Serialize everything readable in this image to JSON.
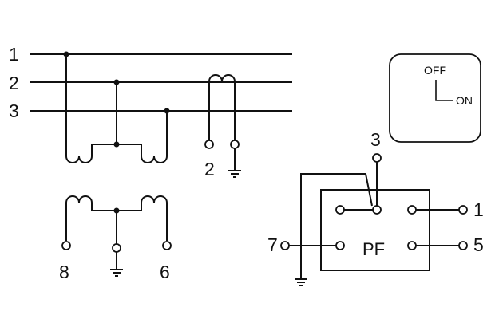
{
  "lines": {
    "line_1": "1",
    "line_2": "2",
    "line_3": "3"
  },
  "voltage_transformer": {
    "terminal_2": "2"
  },
  "current_transformers": {
    "terminal_8": "8",
    "terminal_6": "6"
  },
  "pf_meter": {
    "label": "PF",
    "terminal_3": "3",
    "terminal_1": "1",
    "terminal_5": "5",
    "terminal_7": "7"
  },
  "switch_legend": {
    "off_label": "OFF",
    "on_label": "ON"
  }
}
